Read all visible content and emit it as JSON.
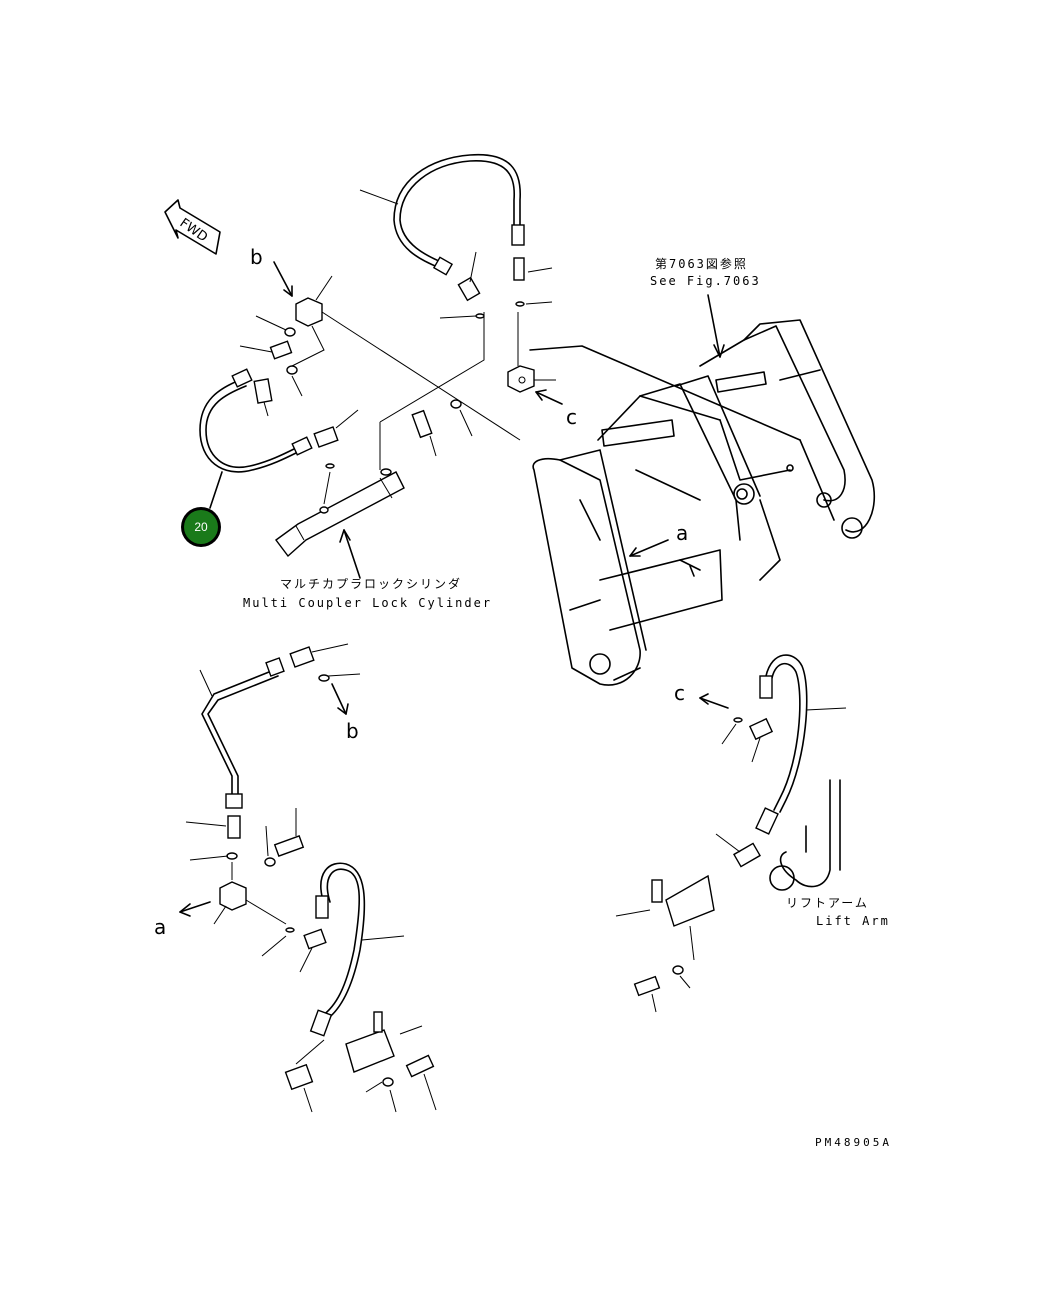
{
  "direction_label": "FWD",
  "reference": {
    "jp": "第7063図参照",
    "en": "See Fig.7063"
  },
  "cylinder_label": {
    "jp": "マルチカプラロックシリンダ",
    "en": "Multi Coupler Lock Cylinder"
  },
  "lift_arm_label": {
    "jp": "リフトアーム",
    "en": "Lift Arm"
  },
  "connection_letters": {
    "b_top": "b",
    "c_right_top": "c",
    "a_right": "a",
    "c_right_bottom": "c",
    "b_bottom": "b",
    "a_left": "a"
  },
  "callout": {
    "number": "20",
    "color": "#1a7a1a"
  },
  "drawing_code": "PM48905A"
}
